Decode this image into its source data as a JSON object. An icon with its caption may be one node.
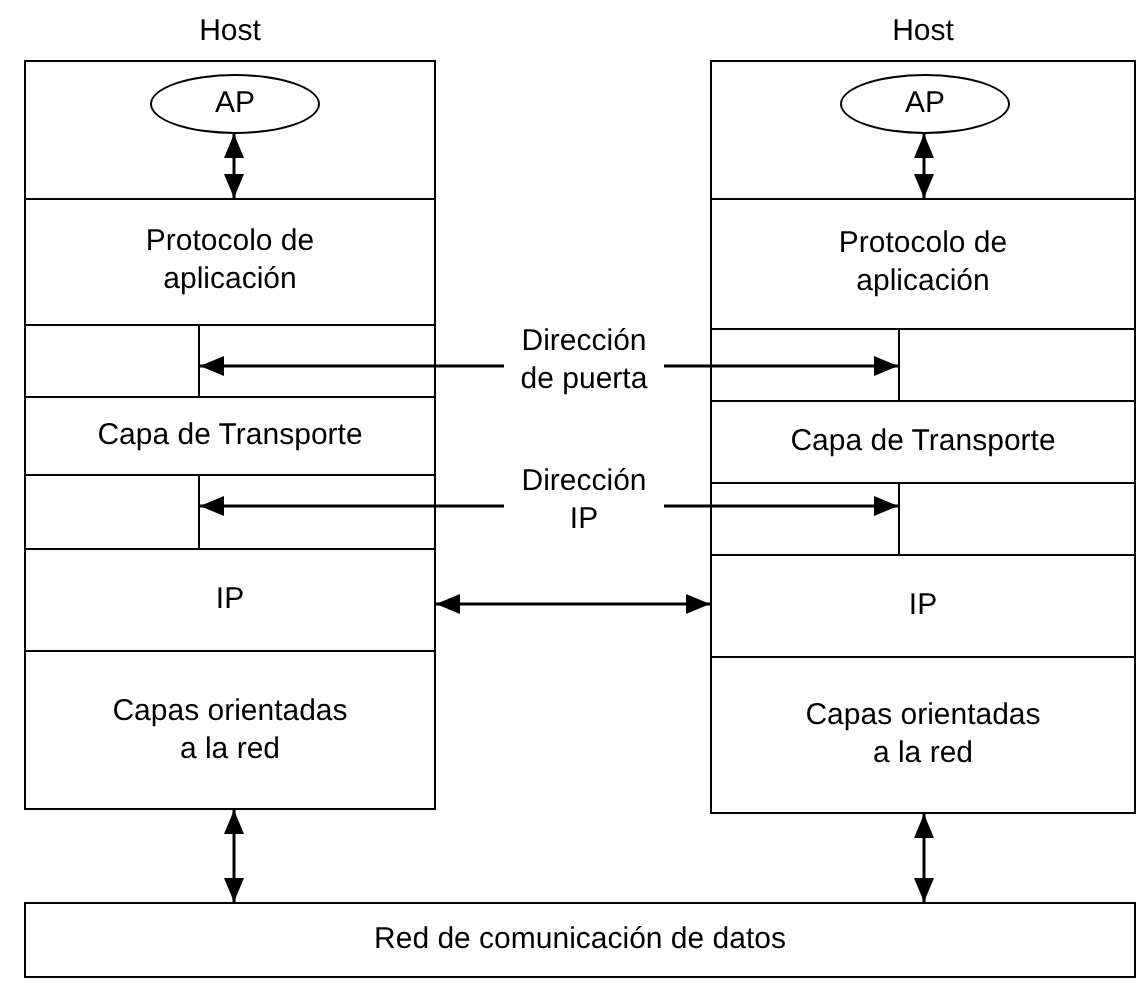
{
  "diagram": {
    "nodes": [
      {
        "text": [
          "Host"
        ]
      },
      {
        "text": [
          "AP"
        ],
        "in": 0
      },
      {
        "text": [
          "Protocolo de aplicación"
        ],
        "in": 0
      },
      {
        "text": [],
        "shape": "box",
        "in": 0
      },
      {
        "text": [
          "Capa de Transporte"
        ],
        "in": 0
      },
      {
        "text": [],
        "shape": "box",
        "in": 0
      },
      {
        "text": [
          "IP"
        ],
        "in": 0
      },
      {
        "text": [
          "Capas orientadas a la red"
        ],
        "in": 0
      },
      {
        "text": [
          "Host"
        ]
      },
      {
        "text": [
          "AP"
        ],
        "in": 8
      },
      {
        "text": [
          "Protocolo de aplicación"
        ],
        "in": 8
      },
      {
        "text": [],
        "shape": "box",
        "in": 8
      },
      {
        "text": [
          "Capa de Transporte"
        ],
        "in": 8
      },
      {
        "text": [],
        "shape": "box",
        "in": 8
      },
      {
        "text": [
          "IP"
        ],
        "in": 8
      },
      {
        "text": [
          "Capas orientadas a la red"
        ],
        "in": 8
      },
      {
        "text": [
          "Dirección de puerta"
        ]
      },
      {
        "text": [
          "Dirección IP"
        ]
      },
      {
        "text": [
          "Red de comunicación de datos"
        ]
      }
    ],
    "edges": [
      {
        "from": 1,
        "to": 2,
        "arrow": "both"
      },
      {
        "from": 9,
        "to": 10,
        "arrow": "both"
      },
      {
        "from": 16,
        "to": 3,
        "arrow": "to"
      },
      {
        "from": 16,
        "to": 11,
        "arrow": "to"
      },
      {
        "from": 17,
        "to": 5,
        "arrow": "to"
      },
      {
        "from": 17,
        "to": 13,
        "arrow": "to"
      },
      {
        "from": 6,
        "to": 14,
        "arrow": "both"
      },
      {
        "from": 7,
        "to": 18,
        "arrow": "both"
      },
      {
        "from": 15,
        "to": 18,
        "arrow": "both"
      }
    ]
  }
}
